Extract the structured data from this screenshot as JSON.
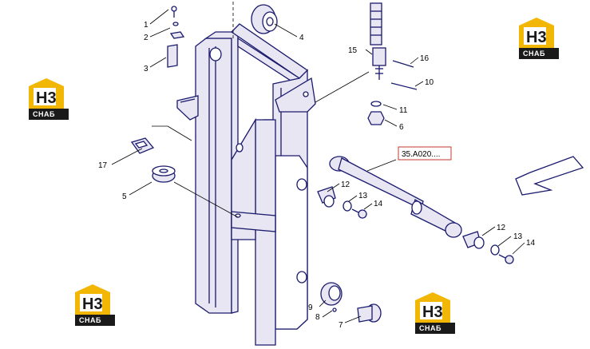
{
  "labels": {
    "p1": "1",
    "p2": "2",
    "p3": "3",
    "p4": "4",
    "p5": "5",
    "p6": "6",
    "p7": "7",
    "p8": "8",
    "p9": "9",
    "p10": "10",
    "p11": "11",
    "p12a": "12",
    "p13a": "13",
    "p14a": "14",
    "p12b": "12",
    "p13b": "13",
    "p14b": "14",
    "p15": "15",
    "p16": "16",
    "p17": "17"
  },
  "reference": "35.A020....",
  "logo": {
    "text": "СНАБ",
    "mark": "H3"
  },
  "colors": {
    "logo_yellow": "#f2b705",
    "logo_dark": "#1a1a1a",
    "ref_border": "#c0392b",
    "line": "#1a1a6e"
  }
}
